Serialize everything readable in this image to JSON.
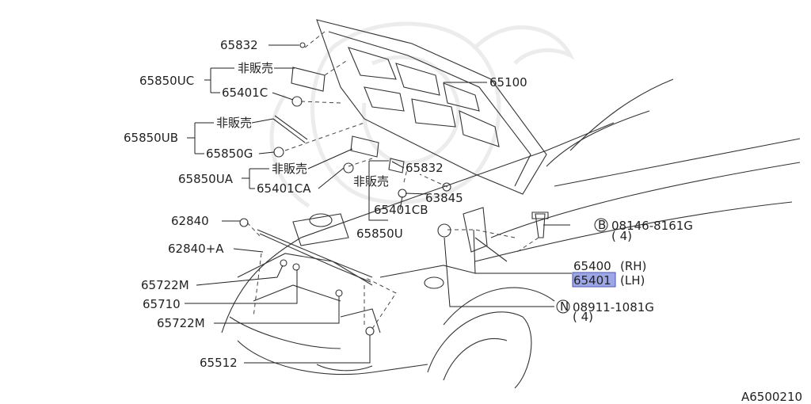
{
  "diagram_code": "A6500210",
  "colors": {
    "highlight": "#9ea7e6",
    "line": "#222222",
    "watermark": "#ececec"
  },
  "icons": {
    "bolt_b": "circled-letter-b-icon",
    "nut_n": "circled-letter-n-icon"
  },
  "labels": {
    "p65832_top": "65832",
    "p65850uc": "65850UC",
    "nonsale_1": "非販売",
    "p65401c": "65401C",
    "p65100": "65100",
    "nonsale_2": "非販売",
    "p65850ub": "65850UB",
    "p65850g": "65850G",
    "nonsale_3": "非販売",
    "p65850ua": "65850UA",
    "p65401ca": "65401CA",
    "p65832_mid": "65832",
    "nonsale_4": "非販売",
    "p63845": "63845",
    "p65401cb": "65401CB",
    "p65850u": "65850U",
    "p62840": "62840",
    "p62840a": "62840+A",
    "p65722m_1": "65722M",
    "p65710": "65710",
    "p65722m_2": "65722M",
    "p65512": "65512",
    "bolt_b_letter": "B",
    "bolt_b_num": "08146-8161G",
    "bolt_b_qty": "( 4)",
    "p65400": "65400",
    "p65400_side": "(RH)",
    "p65401": "65401",
    "p65401_side": "(LH)",
    "nut_n_letter": "N",
    "nut_n_num": "08911-1081G",
    "nut_n_qty": "( 4)"
  }
}
